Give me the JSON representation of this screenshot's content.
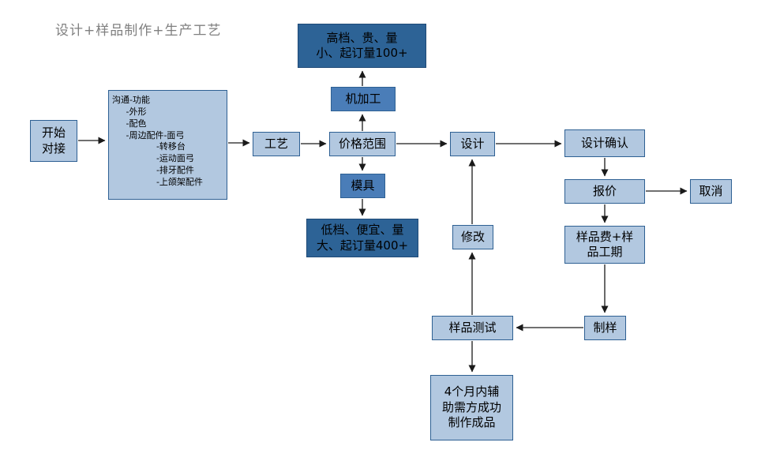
{
  "title": "设计+样品制作+生产工艺",
  "colors": {
    "light_fill": "#b2c8e0",
    "medium_fill": "#4a7db8",
    "dark_fill": "#2d6396",
    "border": "#2e6093",
    "border_dark": "#1f4a77",
    "title_color": "#808080",
    "arrow": "#1a1a1a"
  },
  "nodes": {
    "start": "开始\n对接",
    "communication": "沟通-功能\n     -外形\n     -配色\n     -周边配件-面弓\n                -转移台\n                -运动面弓\n                -排牙配件\n                -上颌架配件",
    "process": "工艺",
    "price_range": "价格范围",
    "machining": "机加工",
    "high_end": "高档、贵、量\n小、起订量100+",
    "mold": "模具",
    "low_end": "低档、便宜、量\n大、起订量400+",
    "design": "设计",
    "design_confirm": "设计确认",
    "quote": "报价",
    "cancel": "取消",
    "sample_fee": "样品费+样\n品工期",
    "modify": "修改",
    "sample_test": "样品测试",
    "make_sample": "制样",
    "final_goal": "4个月内辅\n助需方成功\n制作成品"
  }
}
